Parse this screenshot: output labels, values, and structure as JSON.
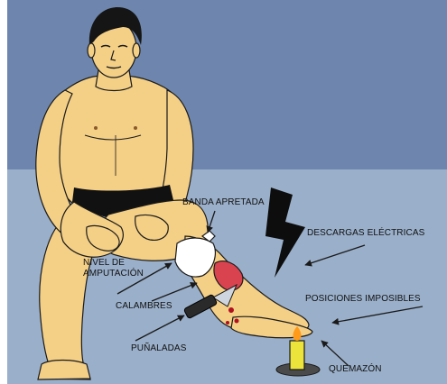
{
  "labels": {
    "banda_apretada": "BANDA APRETADA",
    "descargas_electricas": "DESCARGAS ELÉCTRICAS",
    "nivel_line1": "NIVEL DE",
    "nivel_line2": "AMPUTACIÓN",
    "calambres": "CALAMBRES",
    "posiciones_imposibles": "POSICIONES IMPOSIBLES",
    "punaladas": "PUÑALADAS",
    "quemazon": "QUEMAZÓN"
  },
  "colors": {
    "wall": "#6e86ad",
    "floor": "#9aafc9",
    "skin": "#f4cf86",
    "skin_shadow": "#e0b064",
    "outline": "#1a1a1a",
    "underwear": "#111111",
    "hair": "#151515",
    "bandage": "#ffffff",
    "wound": "#d9434f",
    "blood": "#b01020",
    "candle": "#ece43a",
    "flame": "#ff9a1a"
  },
  "icons": {
    "lightning": "lightning-bolt-icon",
    "knife": "knife-icon",
    "candle": "candle-icon"
  }
}
